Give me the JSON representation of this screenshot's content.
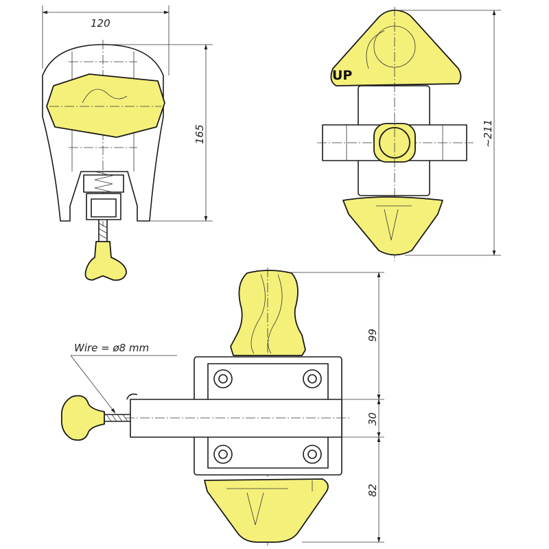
{
  "drawing": {
    "front_view": {
      "width_dim": "120",
      "height_dim": "165"
    },
    "side_view": {
      "knob_label": "UP",
      "height_dim": "~211"
    },
    "top_view": {
      "wire_note": "Wire = ø8 mm",
      "dim_knob": "99",
      "dim_bar": "30",
      "dim_base": "82"
    }
  },
  "colors": {
    "part_fill": "#f5f07a",
    "line": "#1a1a1a",
    "background": "#ffffff"
  }
}
